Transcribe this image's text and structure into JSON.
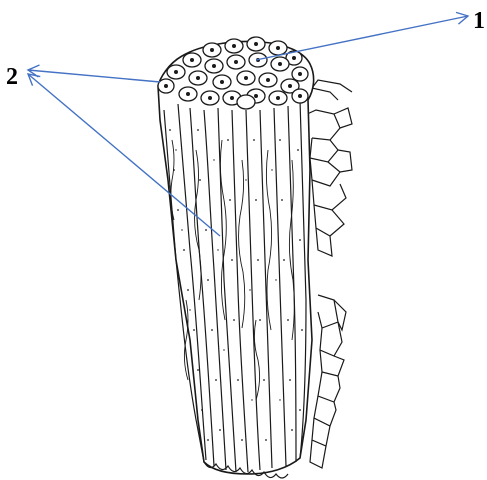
{
  "labels": {
    "one": "1",
    "two": "2"
  },
  "colors": {
    "arrow": "#4472c4",
    "ink": "#1a1a1a",
    "background": "#ffffff"
  },
  "illustration": {
    "subject": "fiber-bundle-drawing"
  }
}
